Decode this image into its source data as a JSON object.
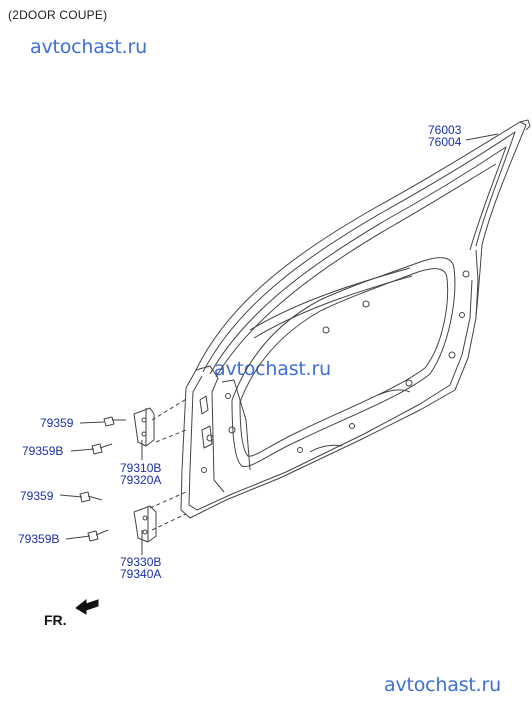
{
  "header": {
    "title": "(2DOOR COUPE)"
  },
  "watermarks": [
    "avtochast.ru",
    "avtochast.ru",
    "avtochast.ru"
  ],
  "parts": {
    "door_panel": [
      "76003",
      "76004"
    ],
    "bolt_upper": "79359",
    "bolt_b_upper": "79359B",
    "hinge_upper": [
      "79310B",
      "79320A"
    ],
    "bolt_lower": "79359",
    "bolt_b_lower": "79359B",
    "hinge_lower": [
      "79330B",
      "79340A"
    ]
  },
  "direction": {
    "label": "FR."
  },
  "colors": {
    "label": "#1a2fa8",
    "watermark": "#3d6fd6",
    "line": "#444444"
  }
}
